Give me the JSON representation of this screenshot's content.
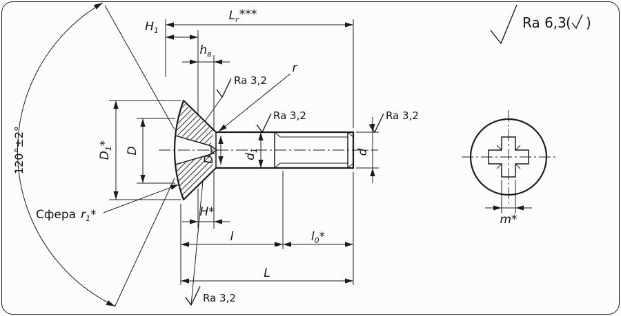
{
  "colors": {
    "line": "#1b1b1b",
    "background": "#fcfcfa"
  },
  "labels": {
    "angle": "120°±2°",
    "Lg": {
      "base": "L",
      "sub": "г",
      "stars": "***"
    },
    "H1": {
      "base": "H",
      "sub": "1"
    },
    "hv": {
      "base": "h",
      "sub": "в"
    },
    "ra63": "Ra 6,3",
    "paren_open": "(",
    "paren_close": ")",
    "ra32": "Ra 3,2",
    "r": "r",
    "D1": {
      "base": "D",
      "sub": "1",
      "star": "*"
    },
    "D": "D",
    "Dk": {
      "base": "D",
      "sub": "к"
    },
    "d1": {
      "base": "d",
      "sub": "1"
    },
    "d": "d",
    "sphere": {
      "word": "Сфера",
      "base": "r",
      "sub": "1",
      "star": "*"
    },
    "H_star": "H*",
    "l": "l",
    "l0": {
      "base": "l",
      "sub": "0",
      "star": "*"
    },
    "L": "L",
    "m": "m*"
  }
}
